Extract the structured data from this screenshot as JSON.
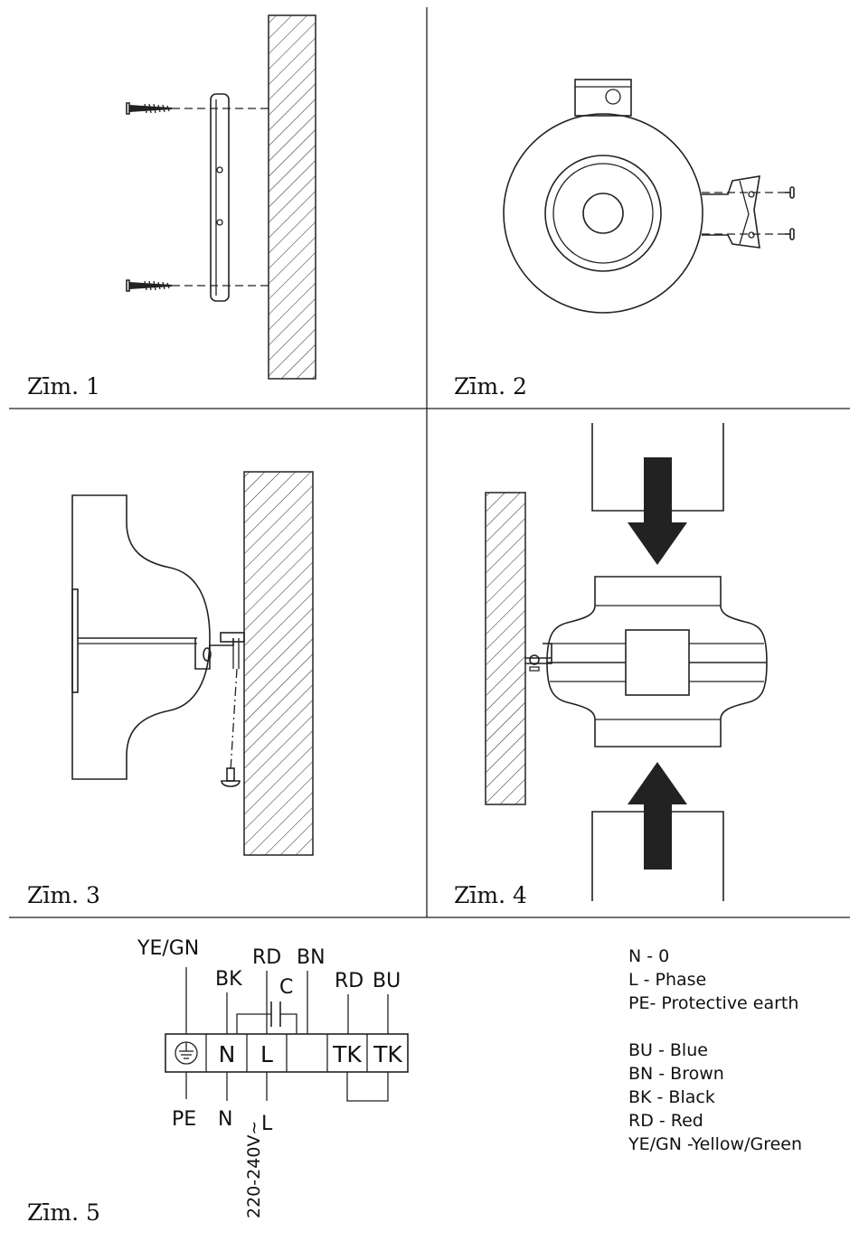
{
  "figures": {
    "fig1": "Zīm. 1",
    "fig2": "Zīm. 2",
    "fig3": "Zīm. 3",
    "fig4": "Zīm. 4",
    "fig5": "Zīm. 5"
  },
  "wiring": {
    "top_labels": {
      "yegn": "YE/GN",
      "bk": "BK",
      "rd1": "RD",
      "bn": "BN",
      "c": "C",
      "rd2": "RD",
      "bu": "BU"
    },
    "terminals": [
      "N",
      "L",
      "TK",
      "TK"
    ],
    "bottom_labels": {
      "pe": "PE",
      "n": "N",
      "l": "L"
    },
    "voltage": "220-240V~"
  },
  "legend": {
    "group1": [
      "N - 0",
      "L  - Phase",
      "PE- Protective earth"
    ],
    "group2": [
      "BU - Blue",
      "BN - Brown",
      "BK -  Black",
      "RD - Red",
      "YE/GN -Yellow/Green"
    ]
  }
}
